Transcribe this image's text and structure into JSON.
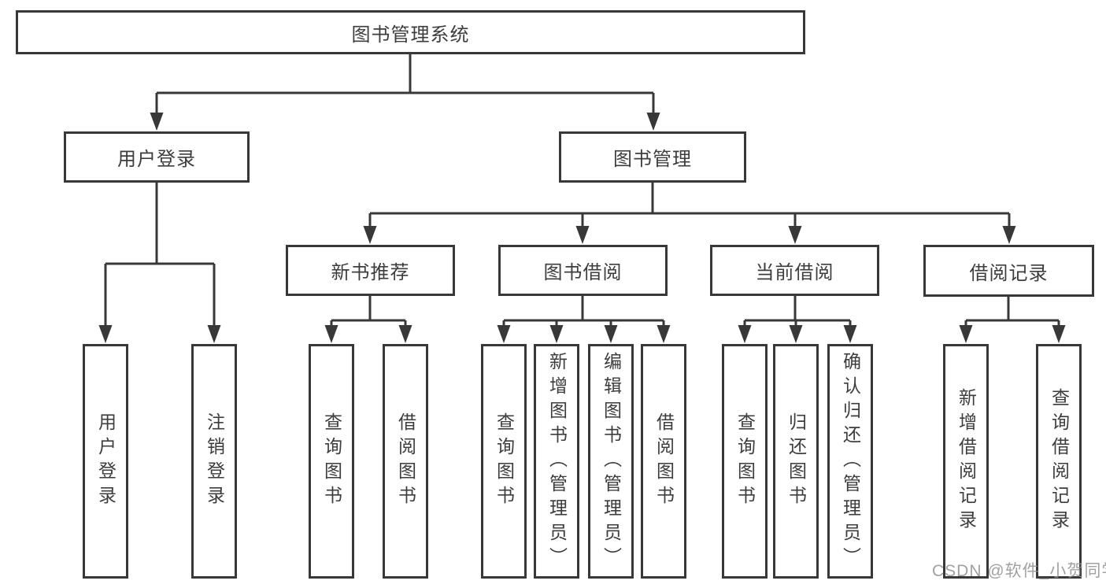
{
  "diagram": {
    "type": "hierarchy-tree",
    "root": {
      "label": "图书管理系统"
    },
    "level2": {
      "user_login": {
        "label": "用户登录"
      },
      "book_mgmt": {
        "label": "图书管理"
      }
    },
    "level3": {
      "new_books": {
        "label": "新书推荐"
      },
      "book_borrow": {
        "label": "图书借阅"
      },
      "current_borrow": {
        "label": "当前借阅"
      },
      "borrow_records": {
        "label": "借阅记录"
      }
    },
    "leaves": {
      "user_login_1": {
        "label": "用户登录"
      },
      "user_login_2": {
        "label": "注销登录"
      },
      "new_books_1": {
        "label": "查询图书"
      },
      "new_books_2": {
        "label": "借阅图书"
      },
      "book_borrow_1": {
        "label": "查询图书"
      },
      "book_borrow_2": {
        "label": "新增图书（管理员）"
      },
      "book_borrow_3": {
        "label": "编辑图书（管理员）"
      },
      "book_borrow_4": {
        "label": "借阅图书"
      },
      "current_borrow_1": {
        "label": "查询图书"
      },
      "current_borrow_2": {
        "label": "归还图书"
      },
      "current_borrow_3": {
        "label": "确认归还（管理员）"
      },
      "borrow_records_1": {
        "label": "新增借阅记录"
      },
      "borrow_records_2": {
        "label": "查询借阅记录"
      }
    },
    "watermark": {
      "label": "CSDN @软件_小贺同学"
    },
    "colors": {
      "line": "#383838",
      "box_border": "#383838",
      "text": "#3d3d3d",
      "watermark": "#919191",
      "background": "#ffffff"
    }
  }
}
